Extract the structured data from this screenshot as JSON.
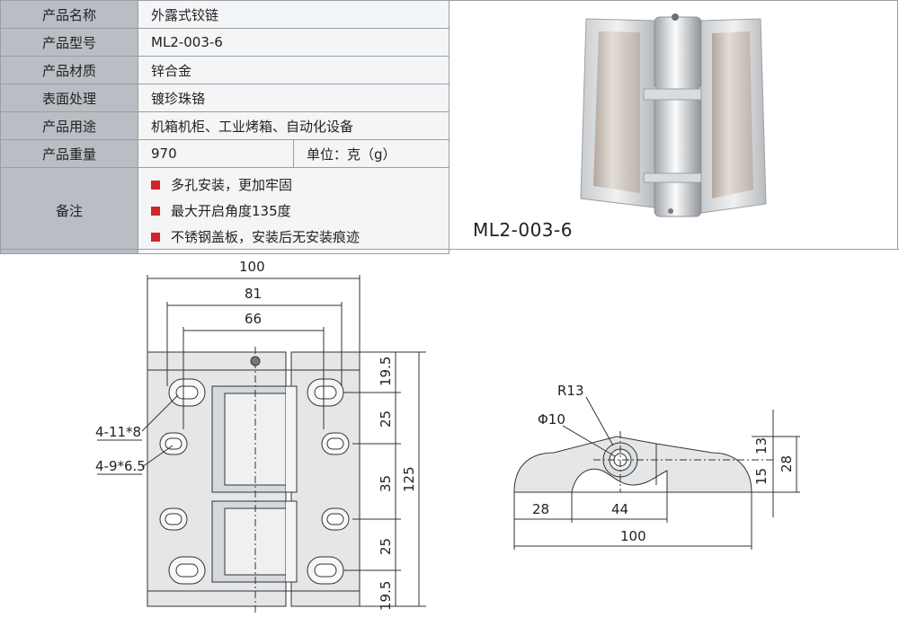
{
  "spec": {
    "rows": [
      {
        "key": "产品名称",
        "value": "外露式铰链"
      },
      {
        "key": "产品型号",
        "value": "ML2-003-6"
      },
      {
        "key": "产品材质",
        "value": "锌合金"
      },
      {
        "key": "表面处理",
        "value": "镀珍珠铬"
      },
      {
        "key": "产品用途",
        "value": "机箱机柜、工业烤箱、自动化设备"
      }
    ],
    "weight": {
      "key": "产品重量",
      "value": "970",
      "unit": "单位：克（g）"
    },
    "notes": {
      "key": "备注",
      "items": [
        "多孔安装，更加牢固",
        "最大开启角度135度",
        "不锈钢盖板，安装后无安装痕迹"
      ]
    }
  },
  "photo": {
    "caption": "ML2-003-6"
  },
  "front_view": {
    "width_total": "100",
    "width_mid": "81",
    "width_inner": "66",
    "height_total": "125",
    "seg_top": "19.5",
    "seg_a": "25",
    "seg_mid": "35",
    "seg_b": "25",
    "seg_bottom": "19.5",
    "hole_large": "4-11*8",
    "hole_small": "4-9*6.5"
  },
  "side_view": {
    "radius": "R13",
    "bore": "Φ10",
    "left_len": "28",
    "gap_len": "44",
    "total_len": "100",
    "h_upper": "13",
    "h_lower": "15",
    "h_total": "28"
  },
  "colors": {
    "bullet": "#d2232a",
    "key_bg": "#b9bec4",
    "val_bg": "#f4f5f6",
    "line": "#9a9ea4"
  }
}
